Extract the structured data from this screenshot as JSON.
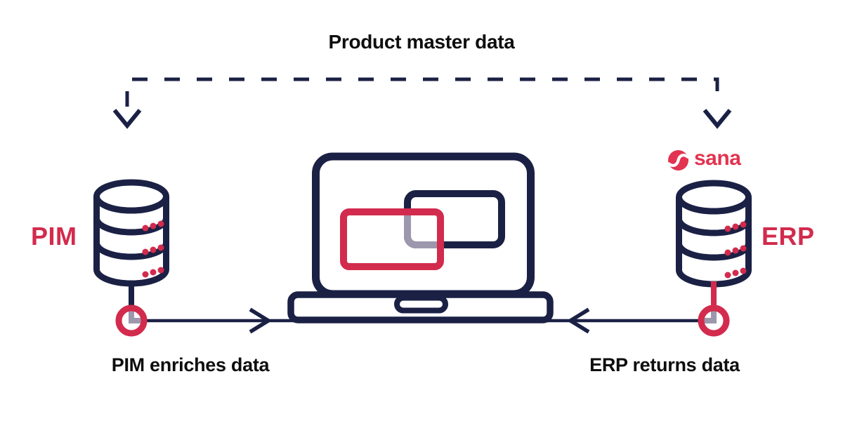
{
  "diagram": {
    "title": "Product master data",
    "left": {
      "label": "PIM",
      "caption": "PIM enriches data"
    },
    "right": {
      "label": "ERP",
      "caption": "ERP returns data",
      "brand": "sana"
    },
    "colors": {
      "navy": "#1b2145",
      "red": "#d22b4d",
      "brand_red": "#e23350",
      "overlap_gray": "#9d97ae",
      "text": "#0e0e0e",
      "background": "#ffffff"
    },
    "icons": {
      "left_node": "database-icon",
      "right_node": "database-icon",
      "center_node": "laptop-icon",
      "brand_mark": "sana-s-icon",
      "top_flow_ends": "arrow-down-icon",
      "left_flow": "arrow-right-icon",
      "right_flow": "arrow-left-icon",
      "connector": "ring-icon"
    }
  }
}
